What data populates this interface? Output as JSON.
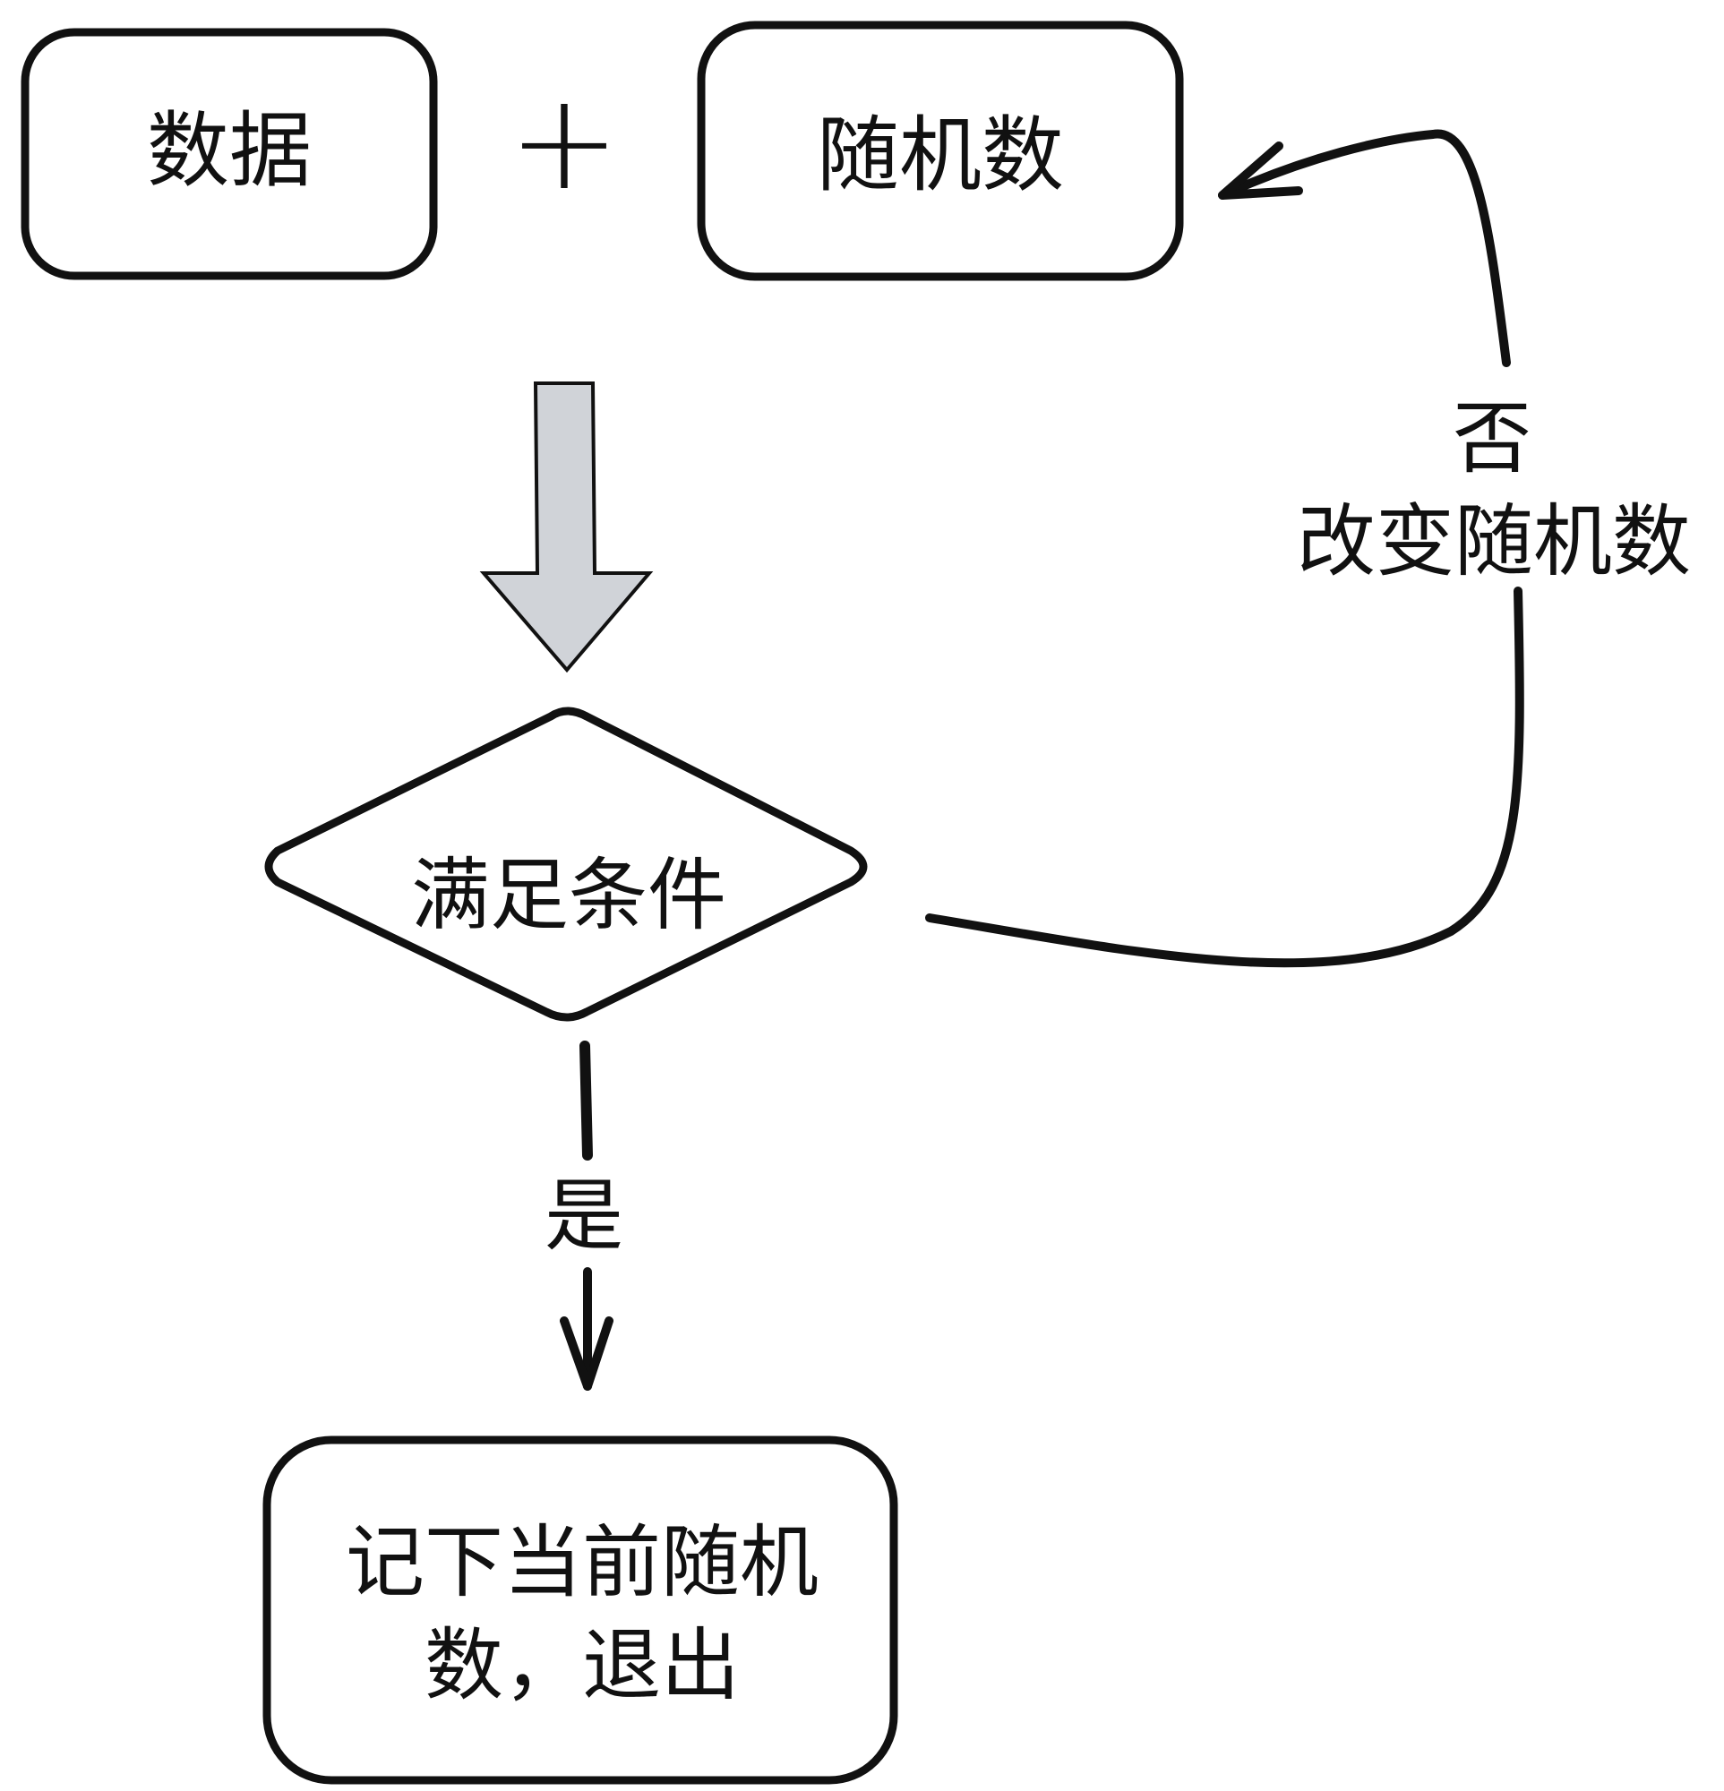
{
  "diagram": {
    "nodes": {
      "data": {
        "label": "数据"
      },
      "plus": {
        "label": "+"
      },
      "random": {
        "label": "随机数"
      },
      "condition": {
        "label": "满足条件"
      },
      "result": {
        "label_line1": "记下当前随机",
        "label_line2": "数，退出"
      }
    },
    "edges": {
      "no_branch": {
        "label_line1": "否",
        "label_line2": "改变随机数"
      },
      "yes_branch": {
        "label": "是"
      }
    },
    "colors": {
      "stroke": "#111111",
      "big_arrow_fill": "#d0d3d8",
      "background": "#ffffff"
    }
  }
}
